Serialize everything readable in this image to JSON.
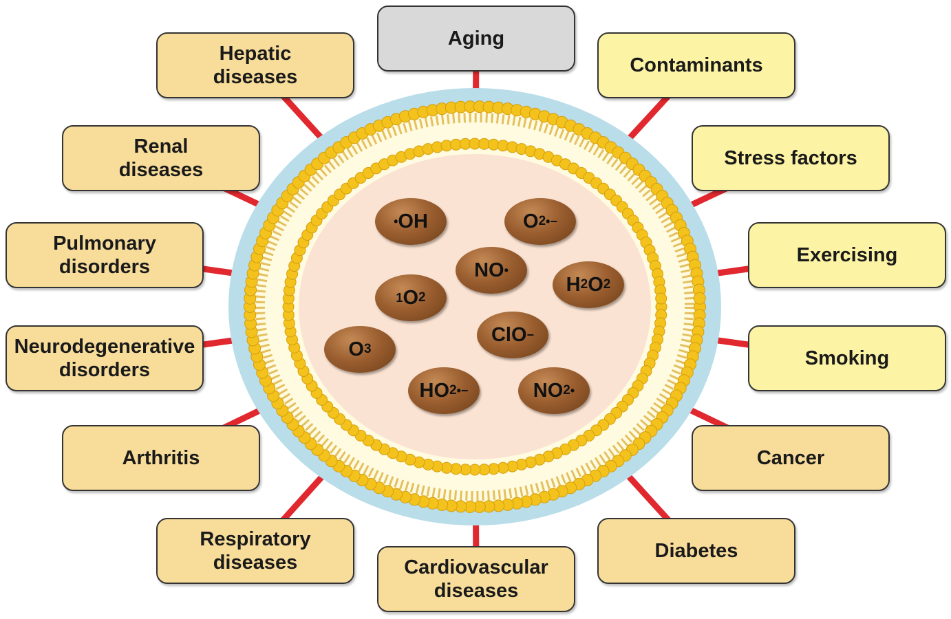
{
  "center": {
    "species": [
      {
        "id": "oh",
        "pre": "•",
        "base": "OH",
        "sub": "",
        "sup": ""
      },
      {
        "id": "superoxide",
        "pre": "",
        "base": "O",
        "sub": "2",
        "sup": "•−"
      },
      {
        "id": "nitric-oxide",
        "pre": "",
        "base": "NO",
        "sub": "",
        "sup": "•"
      },
      {
        "id": "hydrogen-peroxide",
        "pre": "",
        "base": "H",
        "sub": "2",
        "sup": "",
        "base2": "O",
        "sub2": "2"
      },
      {
        "id": "singlet-oxygen",
        "pre": "1",
        "base": "O",
        "sub": "2",
        "sup": ""
      },
      {
        "id": "hypochlorite",
        "pre": "",
        "base": "ClO",
        "sub": "",
        "sup": "−"
      },
      {
        "id": "ozone",
        "pre": "",
        "base": "O",
        "sub": "3",
        "sup": ""
      },
      {
        "id": "hydroperoxyl",
        "pre": "",
        "base": "HO",
        "sub": "2",
        "sup": "•−"
      },
      {
        "id": "nitrogen-dioxide",
        "pre": "",
        "base": "NO",
        "sub": "2",
        "sup": "•"
      }
    ]
  },
  "nodes": [
    {
      "id": "aging",
      "label": "Aging",
      "kind": "aging"
    },
    {
      "id": "contaminants",
      "label": "Contaminants",
      "kind": "factor"
    },
    {
      "id": "stress-factors",
      "label": "Stress factors",
      "kind": "factor"
    },
    {
      "id": "exercising",
      "label": "Exercising",
      "kind": "factor"
    },
    {
      "id": "smoking",
      "label": "Smoking",
      "kind": "factor"
    },
    {
      "id": "cancer",
      "label": "Cancer",
      "kind": "disease"
    },
    {
      "id": "diabetes",
      "label": "Diabetes",
      "kind": "disease"
    },
    {
      "id": "cardiovascular-diseases",
      "label": "Cardiovascular\ndiseases",
      "kind": "disease"
    },
    {
      "id": "respiratory-diseases",
      "label": "Respiratory\ndiseases",
      "kind": "disease"
    },
    {
      "id": "arthritis",
      "label": "Arthritis",
      "kind": "disease"
    },
    {
      "id": "neurodegenerative-disorders",
      "label": "Neurodegenerative\ndisorders",
      "kind": "disease"
    },
    {
      "id": "pulmonary-disorders",
      "label": "Pulmonary\ndisorders",
      "kind": "disease"
    },
    {
      "id": "renal-diseases",
      "label": "Renal\ndiseases",
      "kind": "disease"
    },
    {
      "id": "hepatic-diseases",
      "label": "Hepatic\ndiseases",
      "kind": "disease"
    }
  ],
  "colors": {
    "connector": "#e0282e",
    "membrane_outer": "#b9dde9",
    "bead": "#f3c21c",
    "interior": "#fbe3d3"
  }
}
